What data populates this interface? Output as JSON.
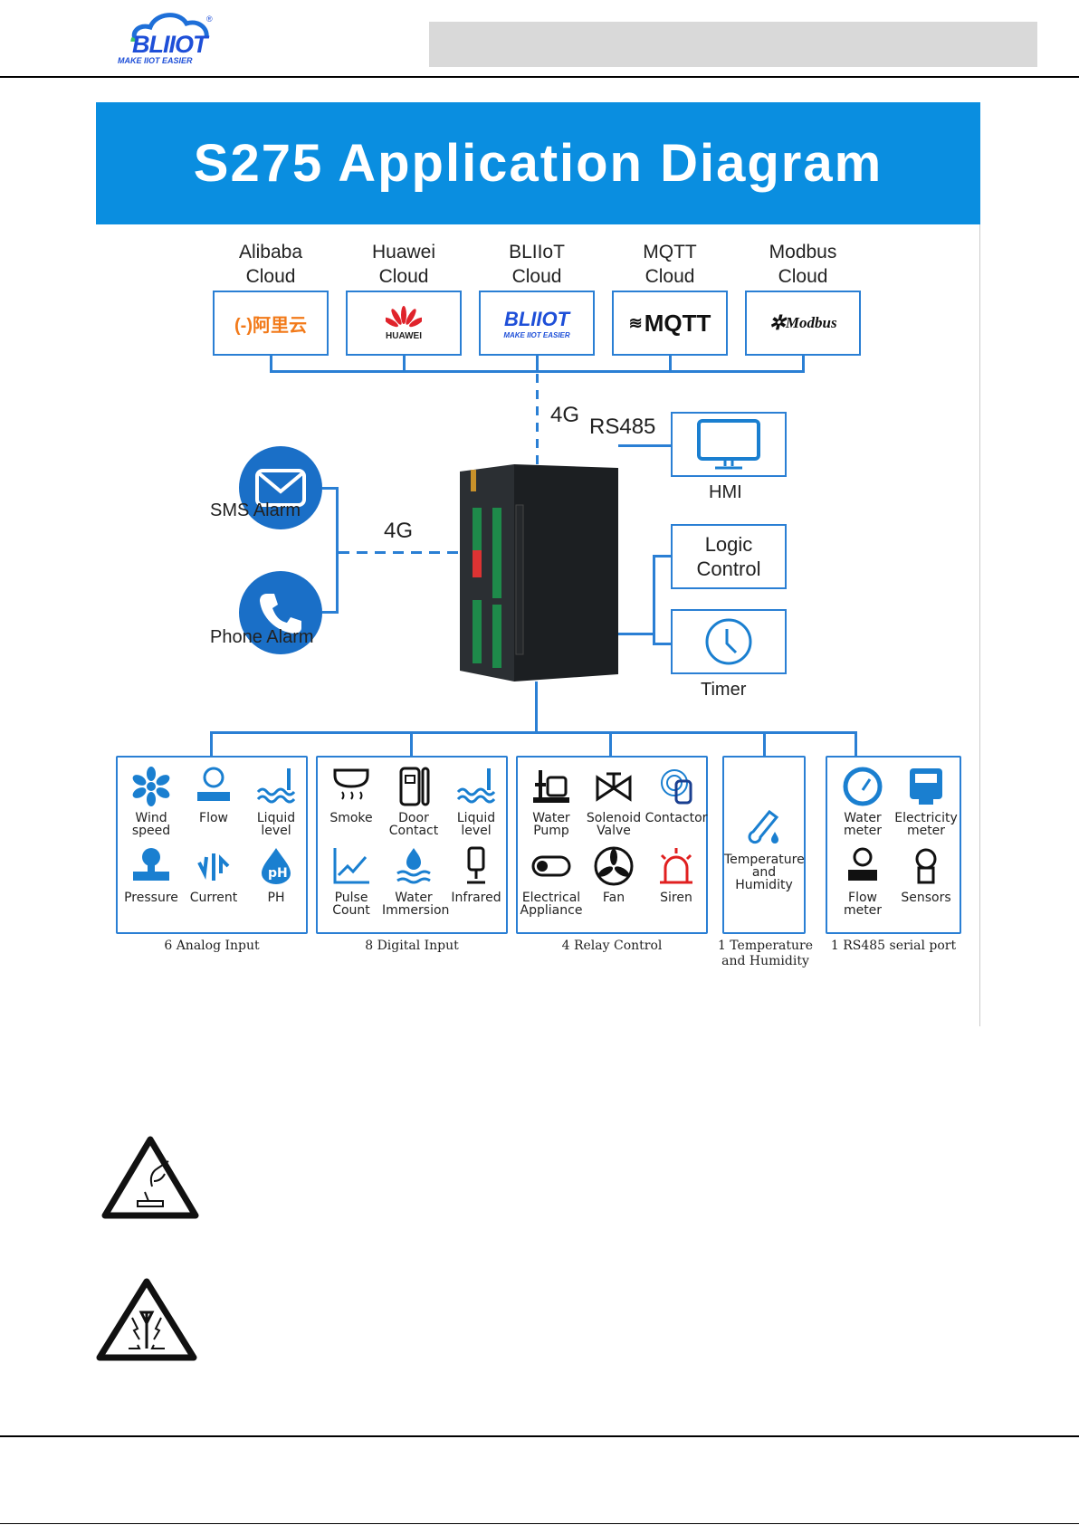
{
  "header": {
    "logo_word": "BLIIOT",
    "logo_tagline": "MAKE IIOT EASIER",
    "logo_reg": "®"
  },
  "diagram": {
    "title": "S275 Application Diagram",
    "clouds": [
      {
        "line1": "Alibaba",
        "line2": "Cloud",
        "logo": "(-)阿里云"
      },
      {
        "line1": "Huawei",
        "line2": "Cloud",
        "logo": "HUAWEI"
      },
      {
        "line1": "BLIIoT",
        "line2": "Cloud",
        "logo": "BLIIOT",
        "logo_sub": "MAKE IIOT EASIER"
      },
      {
        "line1": "MQTT",
        "line2": "Cloud",
        "logo": "MQTT"
      },
      {
        "line1": "Modbus",
        "line2": "Cloud",
        "logo": "Modbus"
      }
    ],
    "link_4g_top": "4G",
    "link_4g_left": "4G",
    "link_rs485": "RS485",
    "alarms": [
      {
        "label": "SMS Alarm",
        "icon": "envelope-icon"
      },
      {
        "label": "Phone Alarm",
        "icon": "phone-icon"
      }
    ],
    "right_boxes": [
      {
        "label": "HMI",
        "icon": "monitor-icon"
      },
      {
        "label_line1": "Logic",
        "label_line2": "Control"
      },
      {
        "label": "Timer",
        "icon": "clock-icon"
      }
    ],
    "groups": [
      {
        "caption": "6 Analog Input",
        "items": [
          {
            "l1": "Wind",
            "l2": "speed"
          },
          {
            "l1": "Flow",
            "l2": ""
          },
          {
            "l1": "Liquid",
            "l2": "level"
          },
          {
            "l1": "Pressure",
            "l2": ""
          },
          {
            "l1": "Current",
            "l2": ""
          },
          {
            "l1": "PH",
            "l2": ""
          }
        ]
      },
      {
        "caption": "8 Digital Input",
        "items": [
          {
            "l1": "Smoke",
            "l2": ""
          },
          {
            "l1": "Door",
            "l2": "Contact"
          },
          {
            "l1": "Liquid",
            "l2": "level"
          },
          {
            "l1": "Pulse",
            "l2": "Count"
          },
          {
            "l1": "Water",
            "l2": "Immersion"
          },
          {
            "l1": "Infrared",
            "l2": ""
          }
        ]
      },
      {
        "caption": "4 Relay Control",
        "items": [
          {
            "l1": "Water",
            "l2": "Pump"
          },
          {
            "l1": "Solenoid",
            "l2": "Valve"
          },
          {
            "l1": "Contactor",
            "l2": ""
          },
          {
            "l1": "Electrical",
            "l2": "Appliance"
          },
          {
            "l1": "Fan",
            "l2": ""
          },
          {
            "l1": "Siren",
            "l2": ""
          }
        ]
      },
      {
        "caption_line1": "1 Temperature",
        "caption_line2": "and Humidity",
        "items": [
          {
            "l1": "Temperature",
            "l2": "and Humidity"
          }
        ]
      },
      {
        "caption": "1 RS485 serial port",
        "items": [
          {
            "l1": "Water",
            "l2": "meter"
          },
          {
            "l1": "Electricity",
            "l2": "meter"
          },
          {
            "l1": "Flow",
            "l2": "meter"
          },
          {
            "l1": "Sensors",
            "l2": ""
          }
        ]
      }
    ]
  },
  "warnings": [
    {
      "icon": "hand-switch-warning-icon"
    },
    {
      "icon": "radio-interference-warning-icon"
    }
  ],
  "colors": {
    "brand_blue": "#0a8ee0",
    "line_blue": "#2a7fd4",
    "icon_blue": "#1a7fd0",
    "siren_red": "#e02020"
  }
}
